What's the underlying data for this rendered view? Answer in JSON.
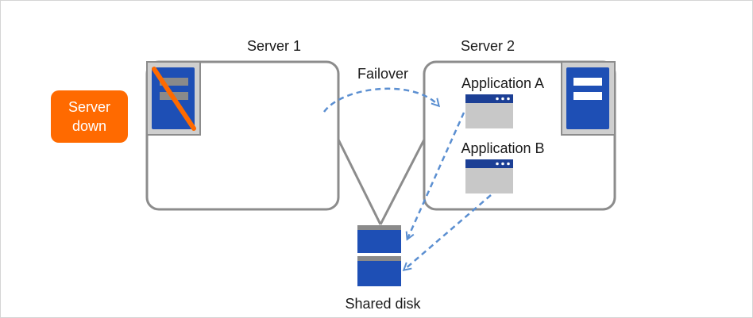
{
  "labels": {
    "server1": "Server 1",
    "server2": "Server 2",
    "failover": "Failover",
    "app_a": "Application A",
    "app_b": "Application B",
    "shared_disk": "Shared disk"
  },
  "server_down_badge": {
    "line1": "Server",
    "line2": "down"
  },
  "colors": {
    "server_blue": "#1e4fb5",
    "failure_slash": "#ff6a00",
    "badge_orange": "#ff6a00",
    "arrow_dashed": "#5b8fd1",
    "box_border": "#8c8c8c",
    "window_titlebar": "#1c3f95",
    "window_body": "#c8c8c8"
  },
  "icons": {
    "server1": "server-failed-icon",
    "server2": "server-icon",
    "app_a": "application-window-icon",
    "app_b": "application-window-icon",
    "disk": "shared-disk-icon"
  }
}
